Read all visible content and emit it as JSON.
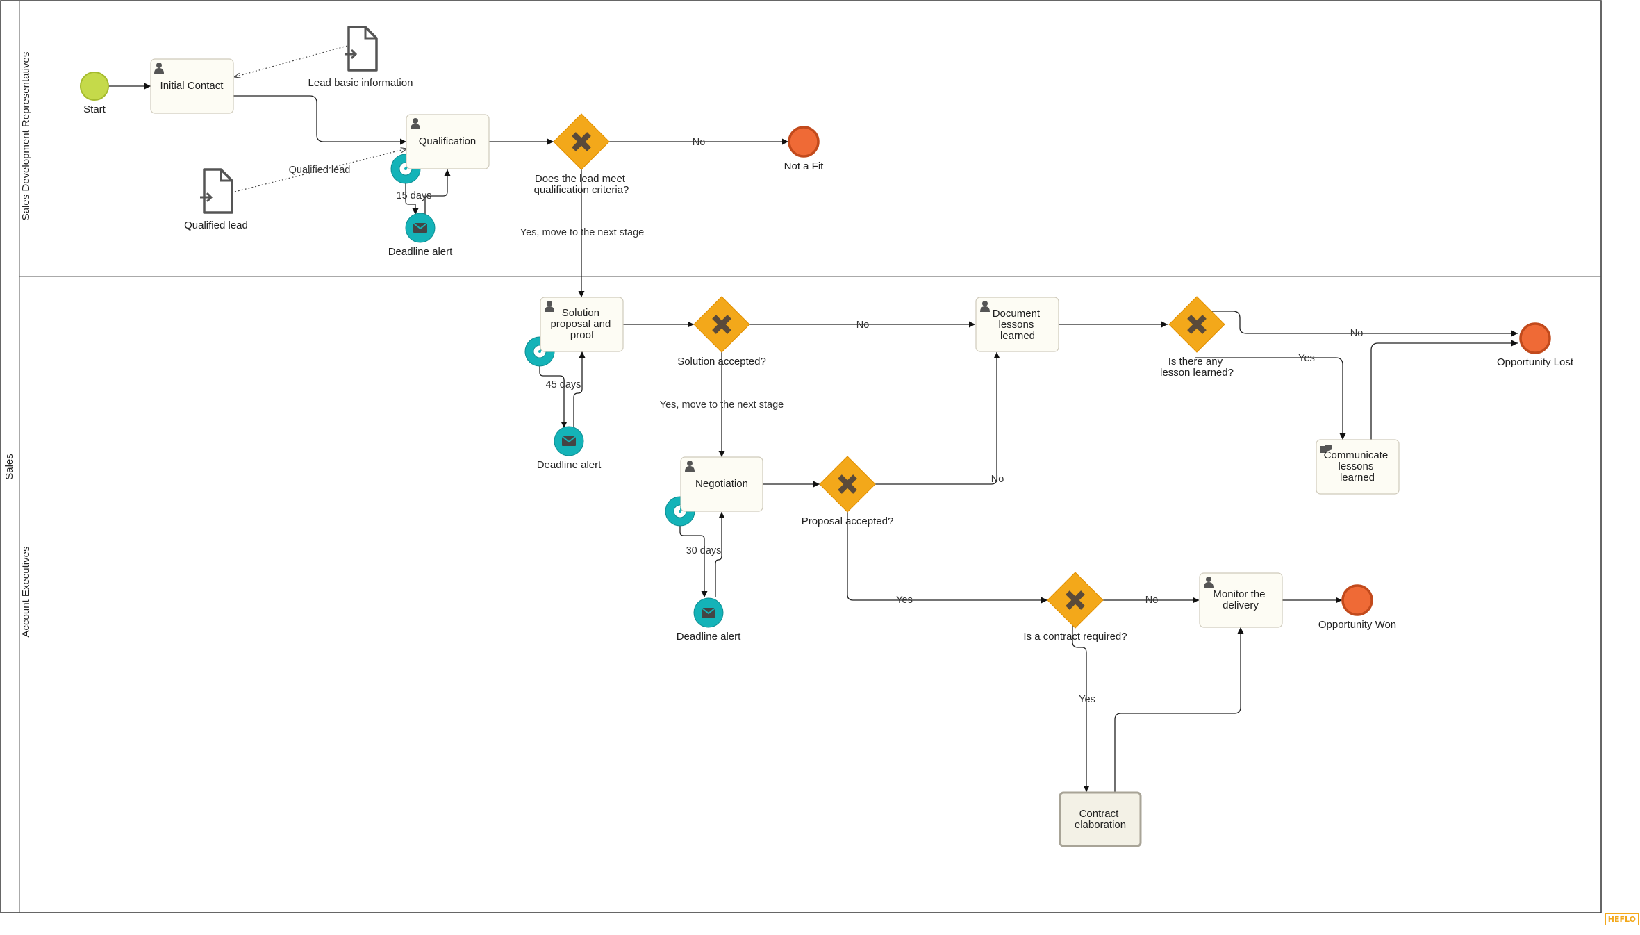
{
  "pool": {
    "label": "Sales"
  },
  "lanes": [
    {
      "label": "Sales Development Representatives"
    },
    {
      "label": "Account Executives"
    }
  ],
  "events": {
    "start": "Start",
    "not_fit": "Not a Fit",
    "opp_lost": "Opportunity Lost",
    "opp_won": "Opportunity Won",
    "deadline1": "Deadline alert",
    "deadline2": "Deadline alert",
    "deadline3": "Deadline alert"
  },
  "tasks": {
    "initial_contact": [
      "Initial Contact"
    ],
    "qualification": [
      "Qualification"
    ],
    "solution": [
      "Solution",
      "proposal and",
      "proof"
    ],
    "negotiation": [
      "Negotiation"
    ],
    "document": [
      "Document",
      "lessons",
      "learned"
    ],
    "communicate": [
      "Communicate",
      "lessons",
      "learned"
    ],
    "monitor": [
      "Monitor the",
      "delivery"
    ],
    "contract": [
      "Contract",
      "elaboration"
    ]
  },
  "gateways": {
    "qual_criteria": [
      "Does the lead meet",
      "qualification criteria?"
    ],
    "solution_accepted": [
      "Solution accepted?"
    ],
    "proposal_accepted": [
      "Proposal accepted?"
    ],
    "lesson_learned": [
      "Is there any",
      "lesson learned?"
    ],
    "contract_required": [
      "Is a contract required?"
    ]
  },
  "data_objects": {
    "lead_basic": "Lead basic information",
    "qualified_lead": "Qualified lead"
  },
  "flow_labels": {
    "qualified_lead_assoc": "Qualified lead",
    "timer1": "15 days",
    "timer2": "45 days",
    "timer3": "30 days",
    "no_qual": "No",
    "yes_qual": "Yes, move to the next stage",
    "no_solution": "No",
    "yes_solution": "Yes, move to the next stage",
    "no_proposal": "No",
    "yes_proposal": "Yes",
    "no_lesson": "No",
    "yes_lesson": "Yes",
    "no_contract": "No",
    "yes_contract": "Yes"
  },
  "brand": "HEFLO",
  "colors": {
    "gateway": "#f3a81a",
    "start_event": "#c5da4a",
    "end_event": "#ef6a36",
    "intermediate_event": "#14b3b8",
    "task_fill": "#fdfcf4"
  },
  "icons": {
    "user_task": "user-icon",
    "manual_task": "hand-icon",
    "timer": "clock-icon",
    "message": "envelope-icon",
    "gateway": "x-icon",
    "data_input": "document-arrow-icon"
  }
}
